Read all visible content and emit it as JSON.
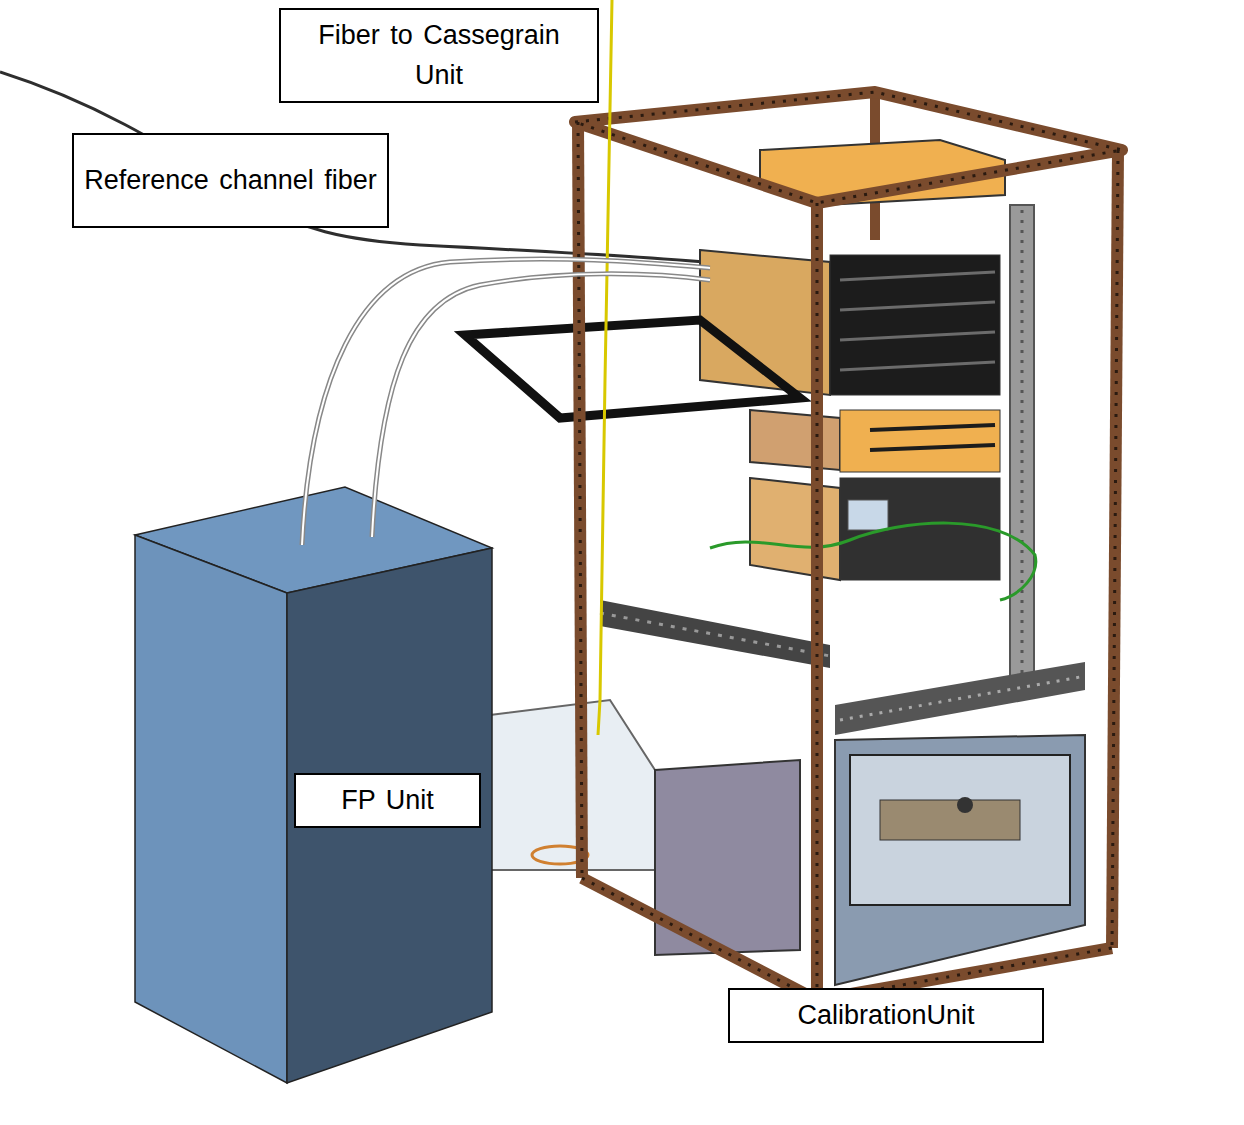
{
  "diagram": {
    "nodes": [
      {
        "text": [
          "Fiber to Cassegrain Unit"
        ]
      },
      {
        "text": [
          "Reference channel fiber"
        ]
      },
      {
        "text": [
          "FP Unit"
        ]
      },
      {
        "text": [
          "CalibrationUnit"
        ]
      }
    ]
  }
}
